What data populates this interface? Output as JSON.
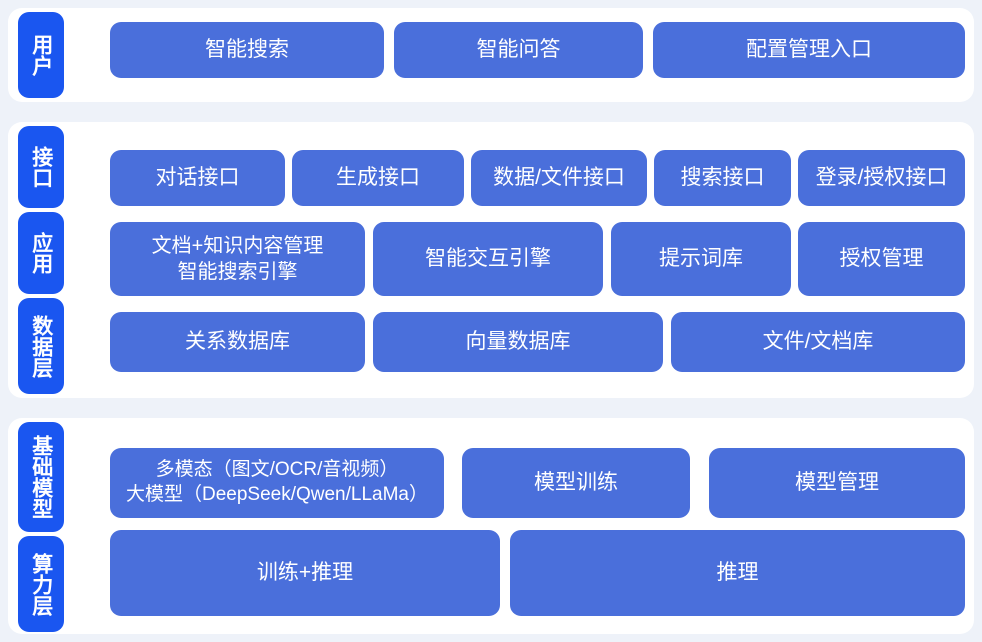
{
  "theme": {
    "page_background": "#eef2f9",
    "panel_background": "#ffffff",
    "tag_color": "#1a56f0",
    "box_color": "#4a6fdb",
    "text_color": "#ffffff"
  },
  "diagram": {
    "title": "",
    "sections": [
      {
        "id": "user",
        "tags": [
          {
            "label": "用户"
          }
        ],
        "rows": [
          {
            "boxes": [
              {
                "label": "智能搜索"
              },
              {
                "label": "智能问答"
              },
              {
                "label": "配置管理入口"
              }
            ]
          }
        ]
      },
      {
        "id": "platform",
        "tags": [
          {
            "label": "接口"
          },
          {
            "label": "应用"
          },
          {
            "label": "数据层"
          }
        ],
        "rows": [
          {
            "boxes": [
              {
                "label": "对话接口"
              },
              {
                "label": "生成接口"
              },
              {
                "label": "数据/文件接口"
              },
              {
                "label": "搜索接口"
              },
              {
                "label": "登录/授权接口"
              }
            ]
          },
          {
            "boxes": [
              {
                "line1": "文档+知识内容管理",
                "line2": "智能搜索引擎"
              },
              {
                "label": "智能交互引擎"
              },
              {
                "label": "提示词库"
              },
              {
                "label": "授权管理"
              }
            ]
          },
          {
            "boxes": [
              {
                "label": "关系数据库"
              },
              {
                "label": "向量数据库"
              },
              {
                "label": "文件/文档库"
              }
            ]
          }
        ]
      },
      {
        "id": "infrastructure",
        "tags": [
          {
            "label": "基础模型"
          },
          {
            "label": "算力层"
          }
        ],
        "rows": [
          {
            "boxes": [
              {
                "line1": "多模态（图文/OCR/音视频）",
                "line2": "大模型（DeepSeek/Qwen/LLaMa）"
              },
              {
                "label": "模型训练"
              },
              {
                "label": "模型管理"
              }
            ]
          },
          {
            "boxes": [
              {
                "label": "训练+推理"
              },
              {
                "label": "推理"
              }
            ]
          }
        ]
      }
    ]
  }
}
